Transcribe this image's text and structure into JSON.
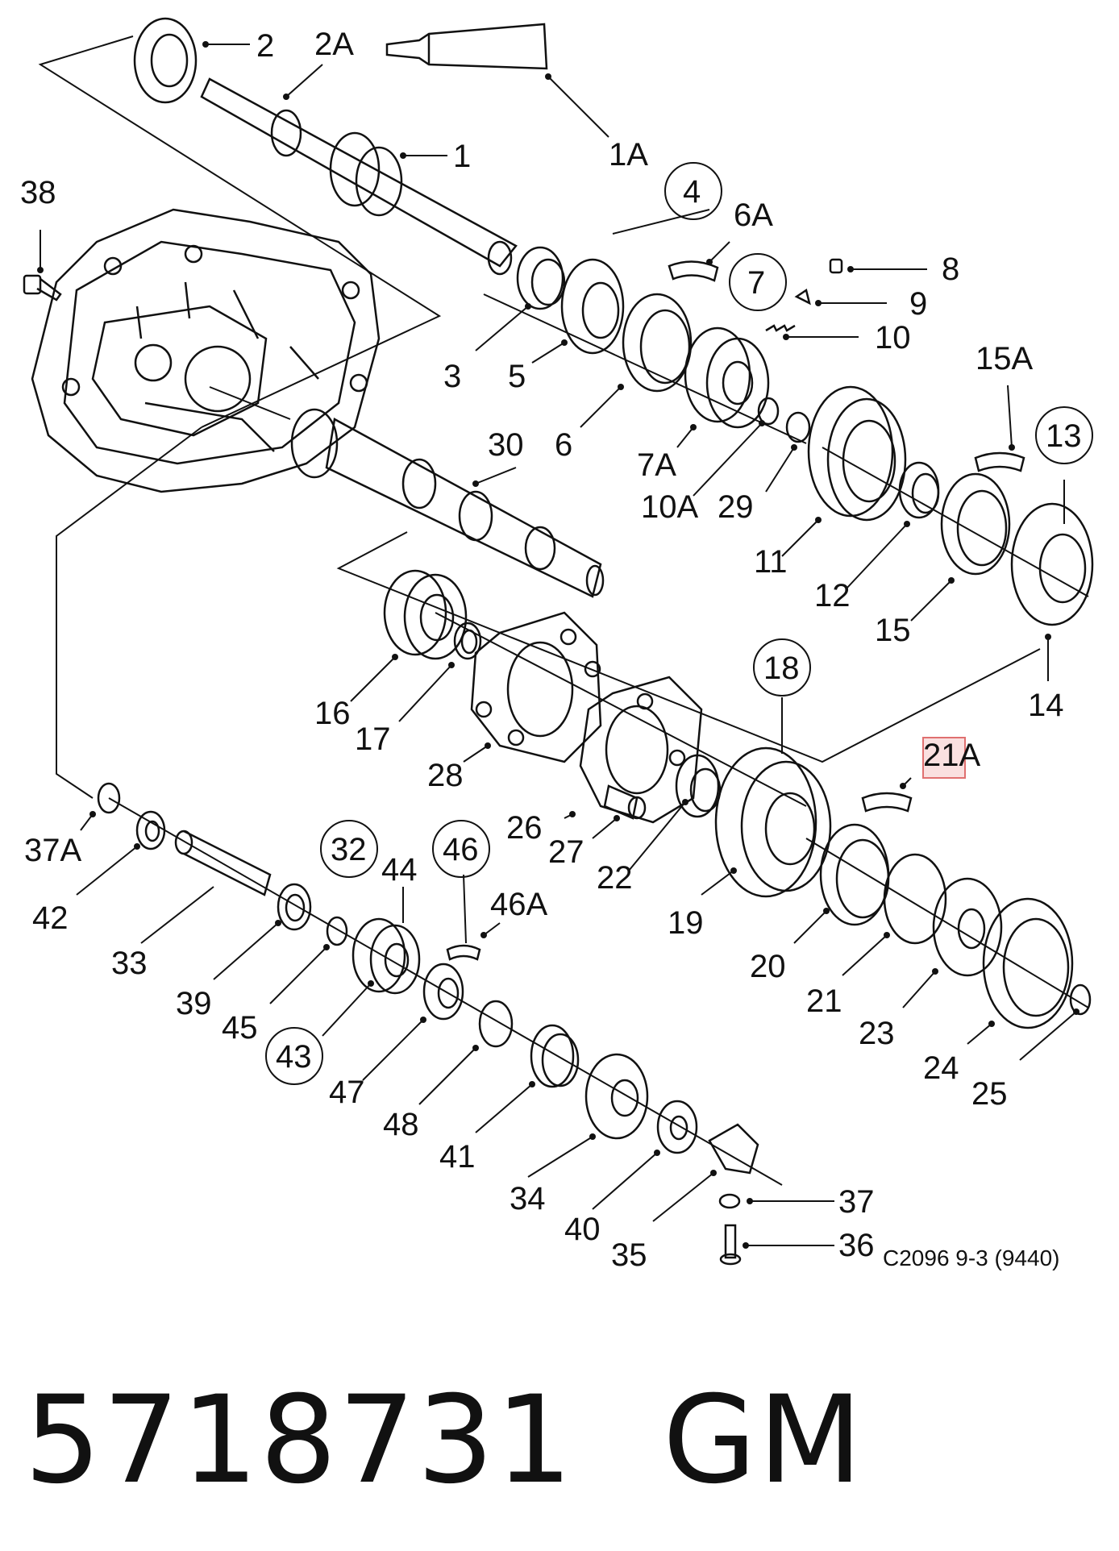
{
  "labels": {
    "1A": "1A",
    "2": "2",
    "2A": "2A",
    "1": "1",
    "38": "38",
    "4": "4",
    "6A": "6A",
    "7": "7",
    "8": "8",
    "9": "9",
    "10": "10",
    "3": "3",
    "5": "5",
    "6": "6",
    "7A": "7A",
    "10A": "10A",
    "29": "29",
    "30": "30",
    "15A": "15A",
    "13": "13",
    "11": "11",
    "12": "12",
    "15": "15",
    "14": "14",
    "16": "16",
    "17": "17",
    "28": "28",
    "18": "18",
    "21A": "21A",
    "26": "26",
    "27": "27",
    "22": "22",
    "19": "19",
    "20": "20",
    "21": "21",
    "23": "23",
    "24": "24",
    "25": "25",
    "37A": "37A",
    "42": "42",
    "33": "33",
    "39": "39",
    "32": "32",
    "44": "44",
    "46": "46",
    "46A": "46A",
    "45": "45",
    "43": "43",
    "47": "47",
    "48": "48",
    "41": "41",
    "34": "34",
    "40": "40",
    "35": "35",
    "37": "37",
    "36": "36"
  },
  "reference": "C2096 9-3 (9440)",
  "part_number": "5718731",
  "brand": "GM",
  "colors": {
    "ink": "#111111",
    "highlight": "#f5c6c6"
  }
}
